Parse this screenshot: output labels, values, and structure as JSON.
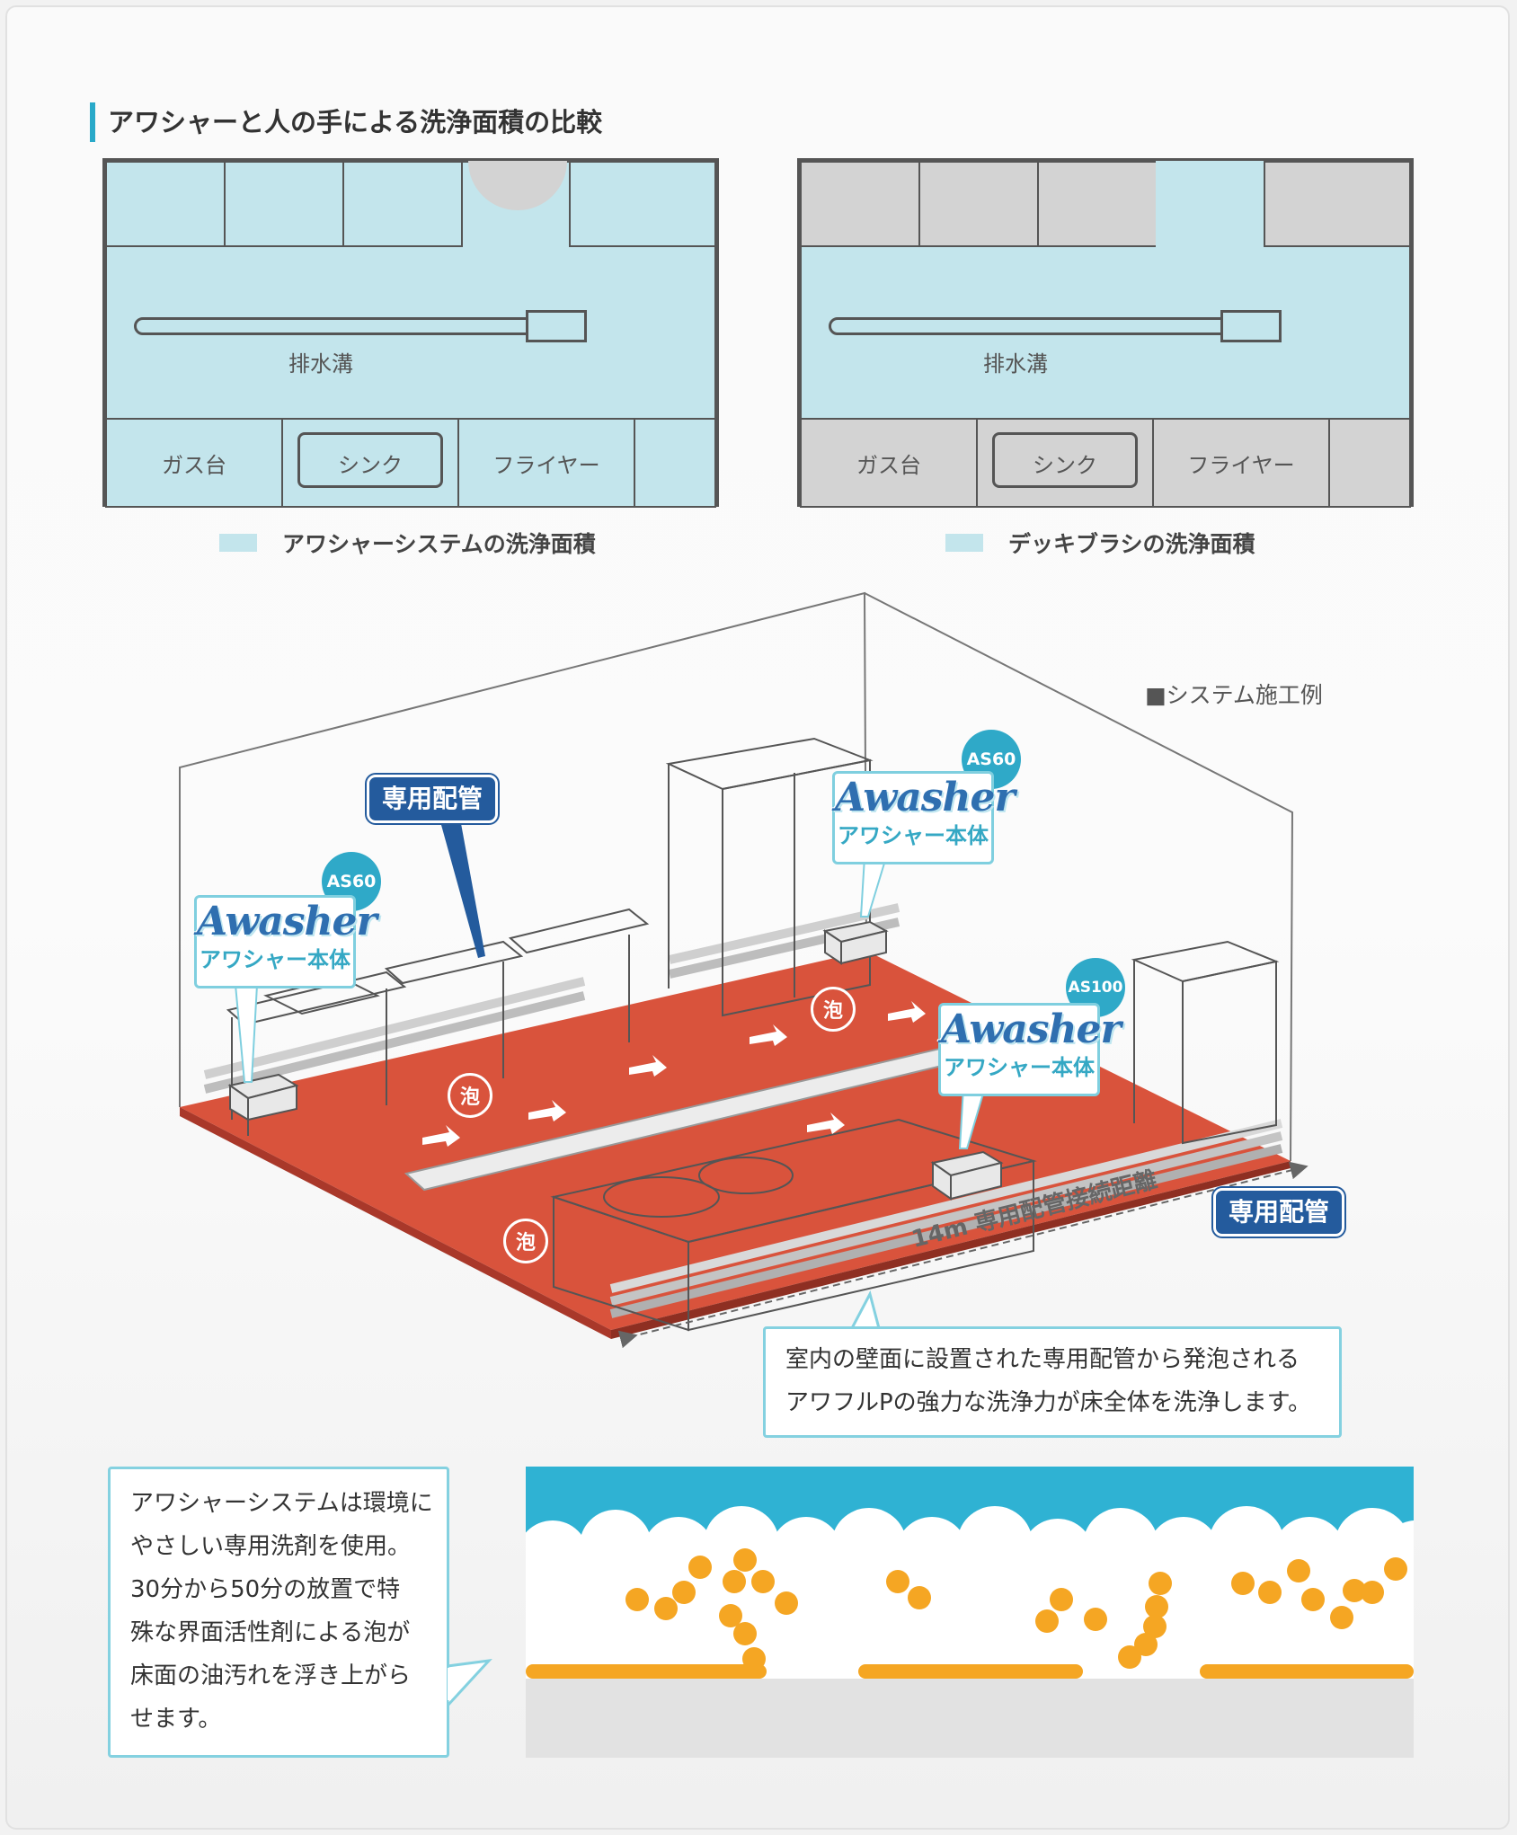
{
  "section_title": "アワシャーと人の手による洗浄面積の比較",
  "plans": {
    "awasher": {
      "drain_label": "排水溝",
      "bottom_cells": [
        "ガス台",
        "シンク",
        "フライヤー"
      ],
      "legend": "アワシャーシステムの洗浄面積",
      "fill_color": "#c3e5ec"
    },
    "deck": {
      "drain_label": "排水溝",
      "bottom_cells": [
        "ガス台",
        "シンク",
        "フライヤー"
      ],
      "legend": "デッキブラシの洗浄面積",
      "fill_color": "#d3d3d3"
    }
  },
  "system": {
    "label": "■システム施工例",
    "pipe_callouts": [
      "専用配管",
      "専用配管"
    ],
    "units": [
      {
        "model": "AS60",
        "logo": "Awasher",
        "sub": "アワシャー本体"
      },
      {
        "model": "AS60",
        "logo": "Awasher",
        "sub": "アワシャー本体"
      },
      {
        "model": "AS100",
        "logo": "Awasher",
        "sub": "アワシャー本体"
      }
    ],
    "foam_marks": [
      "泡",
      "泡",
      "泡"
    ],
    "distance_label": "14m 専用配管接続距離",
    "floor_color": "#d9533c"
  },
  "room_note": {
    "lines": [
      "室内の壁面に設置された専用配管から発泡される",
      "アワフルPの強力な洗浄力が床全体を洗浄します。"
    ]
  },
  "foam_note": {
    "lines": [
      "アワシャーシステムは環境に",
      "やさしい専用洗剤を使用。",
      "30分から50分の放置で特",
      "殊な界面活性剤による泡が",
      "床面の油汚れを浮き上がら",
      "せます。"
    ]
  },
  "foam_panel_colors": {
    "sky": "#2fb2d3",
    "bubble": "#ffffff",
    "grease": "#f5a623",
    "floor": "#e2e2e2"
  }
}
